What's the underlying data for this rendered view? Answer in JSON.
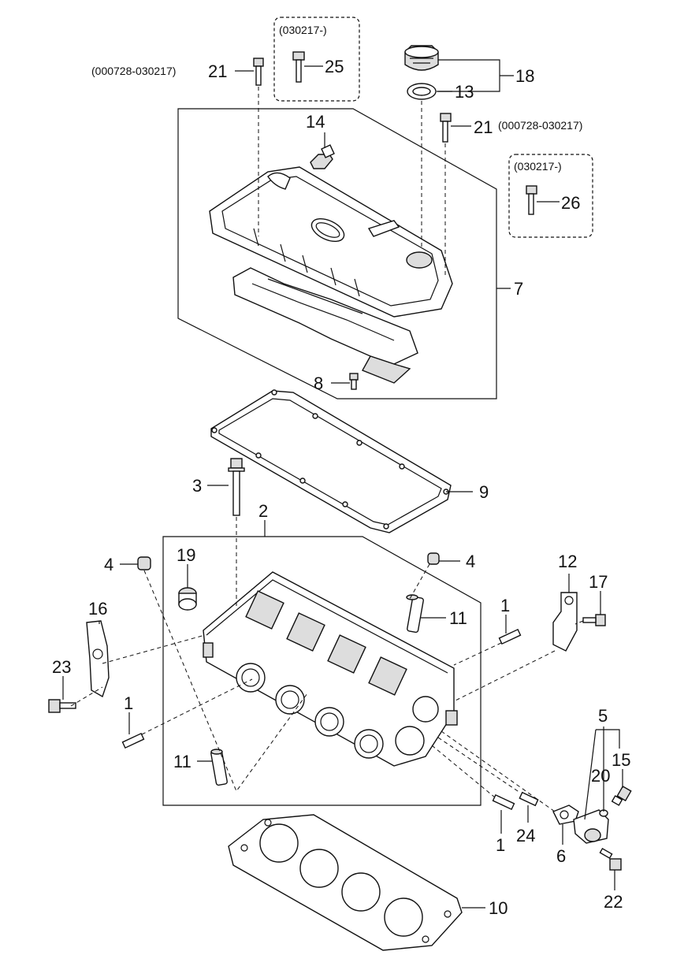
{
  "callouts": {
    "c1a": "1",
    "c1b": "1",
    "c1c": "1",
    "c2": "2",
    "c3": "3",
    "c4a": "4",
    "c4b": "4",
    "c5": "5",
    "c6": "6",
    "c7": "7",
    "c8": "8",
    "c9": "9",
    "c10": "10",
    "c11a": "11",
    "c11b": "11",
    "c12": "12",
    "c13": "13",
    "c14": "14",
    "c15": "15",
    "c16": "16",
    "c17": "17",
    "c18": "18",
    "c19": "19",
    "c20": "20",
    "c21a": "21",
    "c21b": "21",
    "c22": "22",
    "c23": "23",
    "c24": "24",
    "c25": "25",
    "c26": "26"
  },
  "notes": {
    "n21a": "(000728-030217)",
    "n21b": "(000728-030217)",
    "n25": "(030217-)",
    "n26": "(030217-)"
  }
}
